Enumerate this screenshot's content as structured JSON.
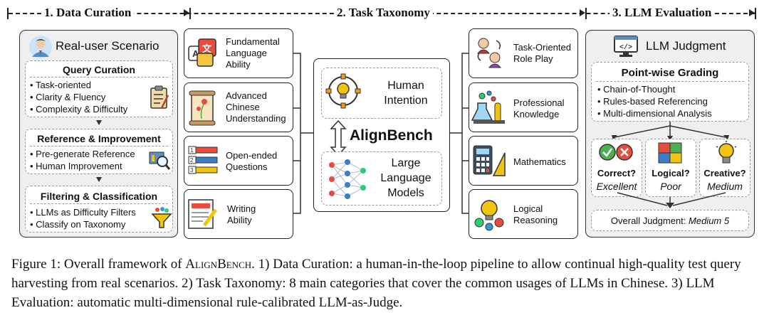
{
  "headers": {
    "data_curation": "1. Data Curation",
    "task_taxonomy": "2. Task Taxonomy",
    "llm_evaluation": "3. LLM Evaluation"
  },
  "curation": {
    "title": "Real-user Scenario",
    "query": {
      "title": "Query Curation",
      "items": [
        "Task-oriented",
        "Clarity & Fluency",
        "Complexity & Difficulty"
      ]
    },
    "reference": {
      "title": "Reference & Improvement",
      "items": [
        "Pre-generate Reference",
        "Human Improvement"
      ]
    },
    "filtering": {
      "title": "Filtering & Classification",
      "items": [
        "LLMs as Difficulty Filters",
        "Classify on Taxonomy"
      ]
    }
  },
  "taxonomy": {
    "left": [
      {
        "label": "Fundamental\nLanguage\nAbility",
        "icon": "language-icon"
      },
      {
        "label": "Advanced\nChinese\nUnderstanding",
        "icon": "scroll-icon"
      },
      {
        "label": "Open-ended\nQuestions",
        "icon": "list-icon"
      },
      {
        "label": "Writing\nAbility",
        "icon": "writing-icon"
      }
    ],
    "right": [
      {
        "label": "Task-Oriented\nRole Play",
        "icon": "role-play-icon"
      },
      {
        "label": "Professional\nKnowledge",
        "icon": "flask-icon"
      },
      {
        "label": "Mathematics",
        "icon": "calculator-icon"
      },
      {
        "label": "Logical\nReasoning",
        "icon": "brain-icon"
      }
    ],
    "center": {
      "human": "Human\nIntention",
      "name": "AlignBench",
      "llm": "Large\nLanguage\nModels"
    }
  },
  "evaluation": {
    "title": "LLM Judgment",
    "grading": {
      "title": "Point-wise Grading",
      "items": [
        "Chain-of-Thought",
        "Rules-based Referencing",
        "Multi-dimensional Analysis"
      ]
    },
    "dimensions": [
      {
        "q": "Correct?",
        "a": "Excellent"
      },
      {
        "q": "Logical?",
        "a": "Poor"
      },
      {
        "q": "Creative?",
        "a": "Medium"
      }
    ],
    "overall_prefix": "Overall Judgment: ",
    "overall_value": "Medium 5"
  },
  "caption": {
    "lead": "Figure 1: Overall framework of ",
    "name": "AlignBench",
    "rest": ". 1) Data Curation: a human-in-the-loop pipeline to allow continual high-quality test query harvesting from real scenarios. 2) Task Taxonomy: 8 main categories that cover the common usages of LLMs in Chinese. 3) LLM Evaluation: automatic multi-dimensional rule-calibrated LLM-as-Judge."
  }
}
